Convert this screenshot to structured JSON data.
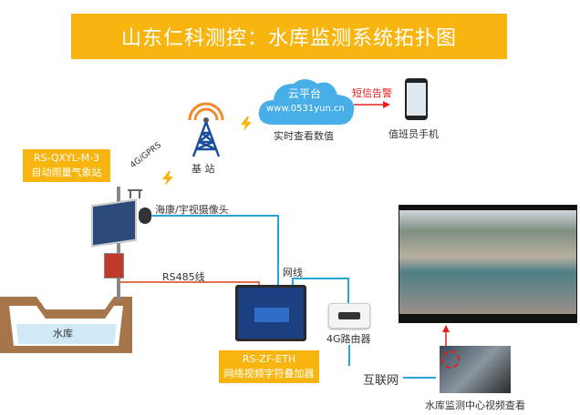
{
  "title": "山东仁科测控：水库监测系统拓扑图",
  "cloud": {
    "name": "云平台",
    "url": "www.0531yun.cn",
    "caption": "实时查看数值"
  },
  "alert": "短信告警",
  "phone_caption": "值班员手机",
  "base_station": "基 站",
  "link_4g": "4G/GPRS",
  "station": {
    "model": "RS-QXYL-M-3",
    "name": "自动雨量气象站"
  },
  "camera_label": "海康/宇视摄像头",
  "rs485_label": "RS485线",
  "ethernet_label": "网线",
  "reservoir": "水库",
  "overlay": {
    "model": "RS-ZF-ETH",
    "name": "网络视频字符叠加器"
  },
  "router_label": "4G路由器",
  "internet": "互联网",
  "center_caption": "水库监测中心视频查看",
  "colors": {
    "accent": "#f8b50f",
    "cable": "#2aa3d6",
    "rs485": "#e8704a",
    "alert": "#e02020"
  }
}
